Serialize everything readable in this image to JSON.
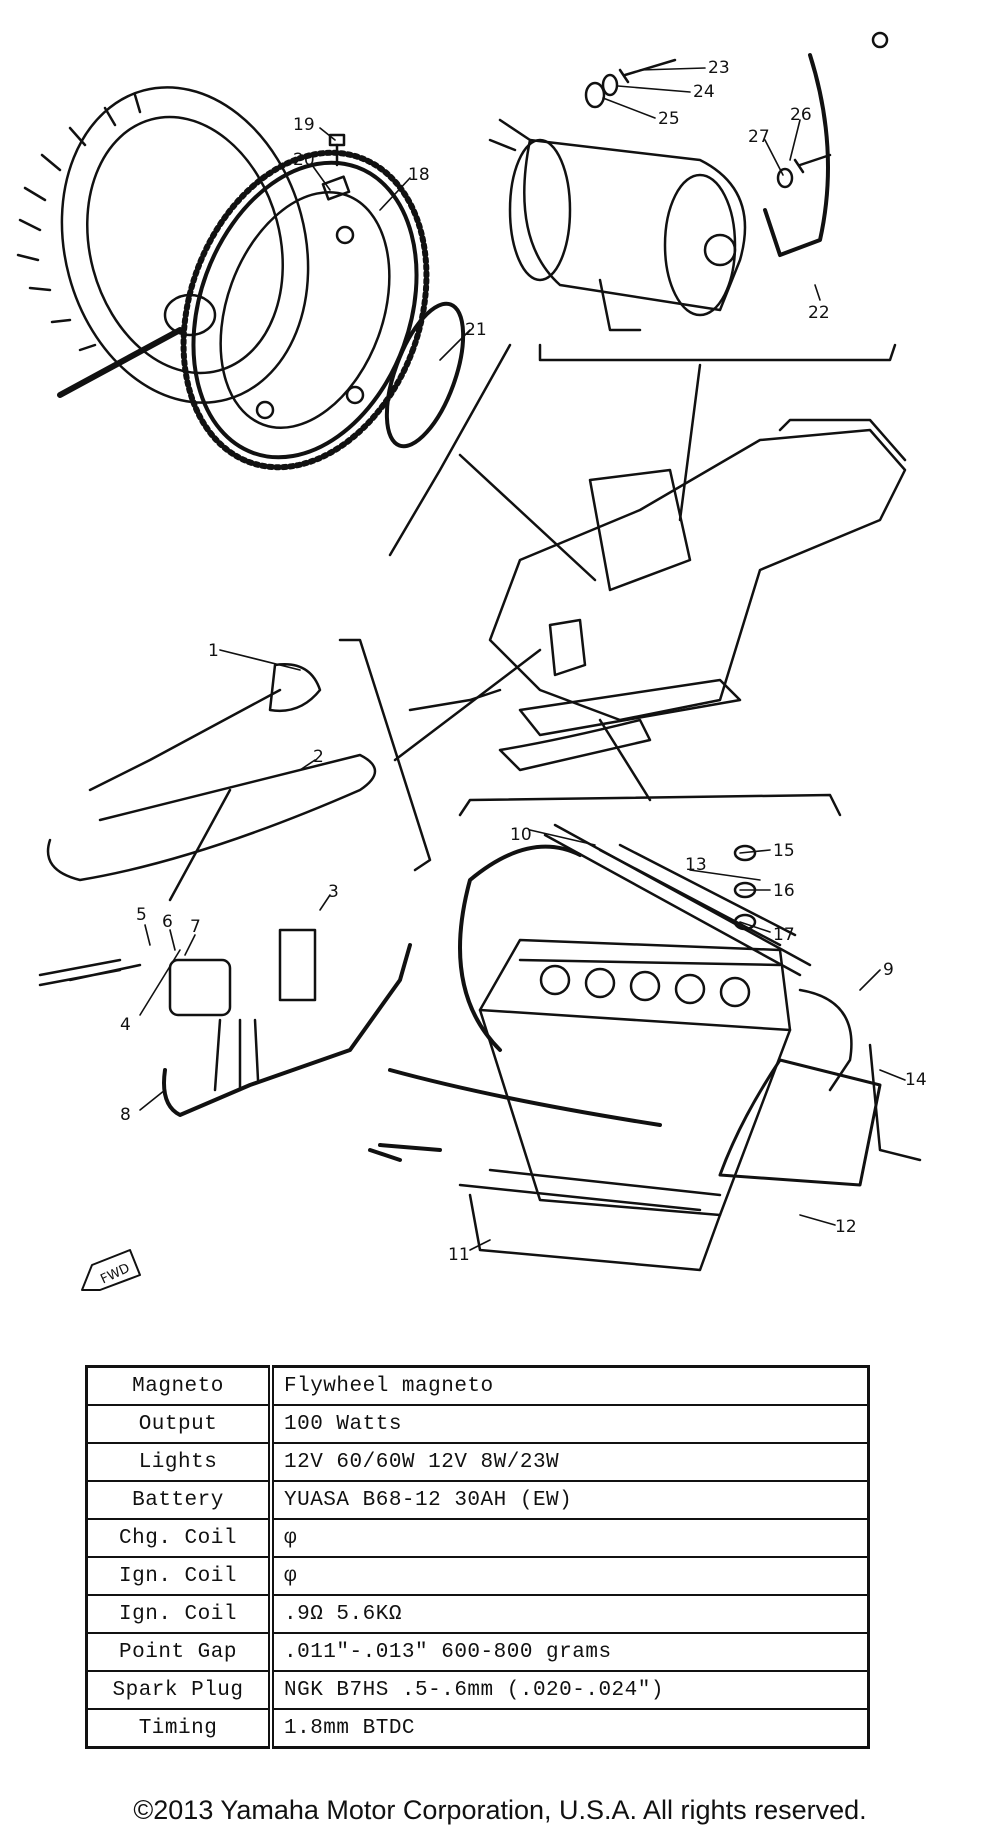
{
  "callouts": [
    "1",
    "2",
    "3",
    "4",
    "5",
    "6",
    "7",
    "8",
    "9",
    "10",
    "11",
    "12",
    "13",
    "14",
    "15",
    "16",
    "17",
    "18",
    "19",
    "20",
    "21",
    "22",
    "23",
    "24",
    "25",
    "26",
    "27"
  ],
  "fwd_mark": "FWD",
  "spec_table": [
    {
      "label": "Magneto",
      "value": "Flywheel  magneto"
    },
    {
      "label": "Output",
      "value": "100  Watts"
    },
    {
      "label": "Lights",
      "value": "12V  60/60W        12V  8W/23W"
    },
    {
      "label": "Battery",
      "value": "YUASA    B68-12    30AH    (EW)"
    },
    {
      "label": "Chg. Coil",
      "value": "φ"
    },
    {
      "label": "Ign. Coil",
      "value": "φ"
    },
    {
      "label": "Ign. Coil",
      "value": ".9Ω        5.6KΩ"
    },
    {
      "label": "Point Gap",
      "value": ".011\"-.013\"        600-800 grams"
    },
    {
      "label": "Spark Plug",
      "value": "NGK  B7HS        .5-.6mm  (.020-.024\")"
    },
    {
      "label": "Timing",
      "value": "1.8mm  BTDC"
    }
  ],
  "copyright": "©2013 Yamaha Motor Corporation, U.S.A. All rights reserved."
}
